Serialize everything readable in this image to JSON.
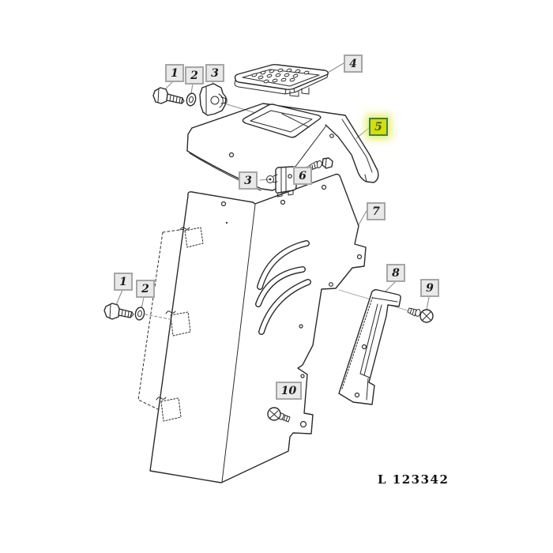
{
  "figure": {
    "code": "L 123342",
    "colors": {
      "highlight_fill": "#d5df00",
      "highlight_border": "#35835a",
      "highlight_text": "#45510a",
      "callout_fill": "#e9e9e9",
      "callout_border": "#a6a6a6",
      "line": "#2b2b2b"
    }
  },
  "callouts": [
    {
      "label": "1",
      "highlighted": false
    },
    {
      "label": "2",
      "highlighted": false
    },
    {
      "label": "3",
      "highlighted": false
    },
    {
      "label": "4",
      "highlighted": false
    },
    {
      "label": "5",
      "highlighted": true
    },
    {
      "label": "6",
      "highlighted": false
    },
    {
      "label": "3",
      "highlighted": false
    },
    {
      "label": "7",
      "highlighted": false
    },
    {
      "label": "1",
      "highlighted": false
    },
    {
      "label": "2",
      "highlighted": false
    },
    {
      "label": "8",
      "highlighted": false
    },
    {
      "label": "9",
      "highlighted": false
    },
    {
      "label": "10",
      "highlighted": false
    }
  ]
}
